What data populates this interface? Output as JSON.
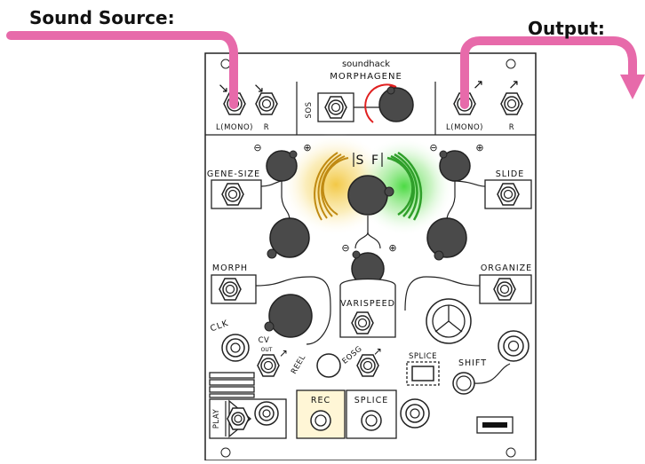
{
  "annotations": {
    "source_label": "Sound Source:",
    "output_label": "Output:",
    "cable_color": "#e76aaa"
  },
  "module": {
    "brand": "soundhack",
    "name": "MORPHAGENE",
    "inputs": {
      "left": "L(MONO)",
      "right": "R"
    },
    "outputs": {
      "left": "L(MONO)",
      "right": "R"
    },
    "sos": "SOS",
    "s_label": "S",
    "f_label": "F",
    "minus": "⊖",
    "plus": "⊕",
    "gene_size": "GENE-SIZE",
    "slide": "SLIDE",
    "morph": "MORPH",
    "organize": "ORGANIZE",
    "varispeed": "VARISPEED",
    "clk": "CLK",
    "cv_out": "CV",
    "cv_out_sub": "OUT",
    "reel": "REEL",
    "eosg": "EOSG",
    "splice_top": "SPLICE",
    "shift": "SHIFT",
    "rec": "REC",
    "splice": "SPLICE",
    "play": "PLAY"
  },
  "colors": {
    "left_glow": "#f1c232",
    "right_glow": "#38d62f",
    "left_arcs": "#c08a12",
    "right_arcs": "#2f9f2a",
    "rec_bg": "#fff6d6",
    "arrow_red": "#e02020"
  }
}
